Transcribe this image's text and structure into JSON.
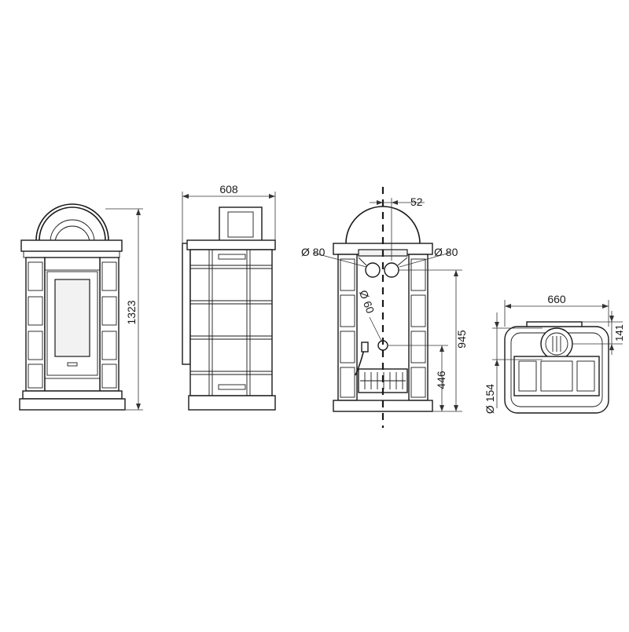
{
  "colors": {
    "line": "#1a1a1a",
    "dimension": "#333333",
    "background": "#ffffff"
  },
  "dimensions": {
    "height_total": "1323",
    "width": "608",
    "flue_offset": "52",
    "flue_diameter_left": "Ø 80",
    "flue_diameter_right": "Ø 80",
    "inlet_diameter": "Ø 60",
    "height_flue": "945",
    "height_inlet": "446",
    "depth": "660",
    "top_offset": "141",
    "bottom_diameter": "Ø 154"
  }
}
